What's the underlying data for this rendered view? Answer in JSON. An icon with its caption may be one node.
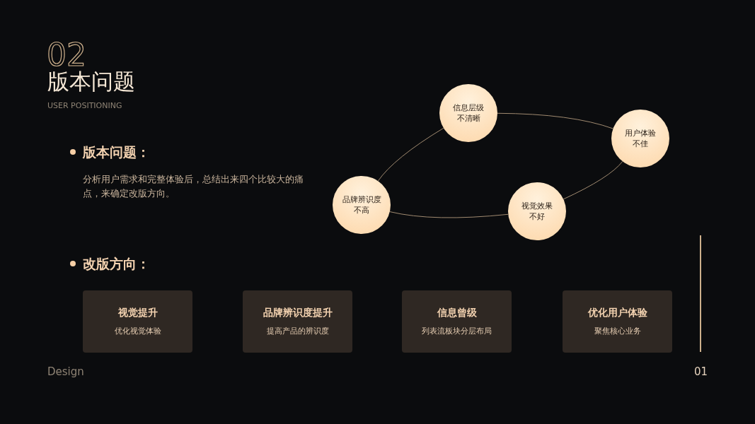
{
  "diagram": {
    "title": "版本问题",
    "nodes": [
      {
        "text": [
          "信息层级",
          "不清晰"
        ]
      },
      {
        "text": [
          "用户体验",
          "不佳"
        ]
      },
      {
        "text": [
          "品牌辨识度",
          "不高"
        ]
      },
      {
        "text": [
          "视觉效果",
          "不好"
        ]
      },
      {
        "text": [
          "视觉提升",
          "优化视觉体验"
        ]
      },
      {
        "text": [
          "品牌辨识度提升",
          "提高产品的辨识度"
        ]
      },
      {
        "text": [
          "信息曾级",
          "列表流板块分层布局"
        ]
      },
      {
        "text": [
          "优化用户体验",
          "聚焦核心业务"
        ]
      }
    ],
    "edges": [
      {
        "from": 0,
        "to": 1,
        "arrow": "none"
      },
      {
        "from": 1,
        "to": 3,
        "arrow": "none"
      },
      {
        "from": 3,
        "to": 2,
        "arrow": "none"
      },
      {
        "from": 2,
        "to": 0,
        "arrow": "none"
      }
    ],
    "labels": [
      "02",
      "USER POSITIONING",
      "版本问题：",
      "分析用户需求和完整体验后，总结出来四个比较大的痛点，来确定改版方向。",
      "改版方向：",
      "Design",
      "01"
    ]
  }
}
